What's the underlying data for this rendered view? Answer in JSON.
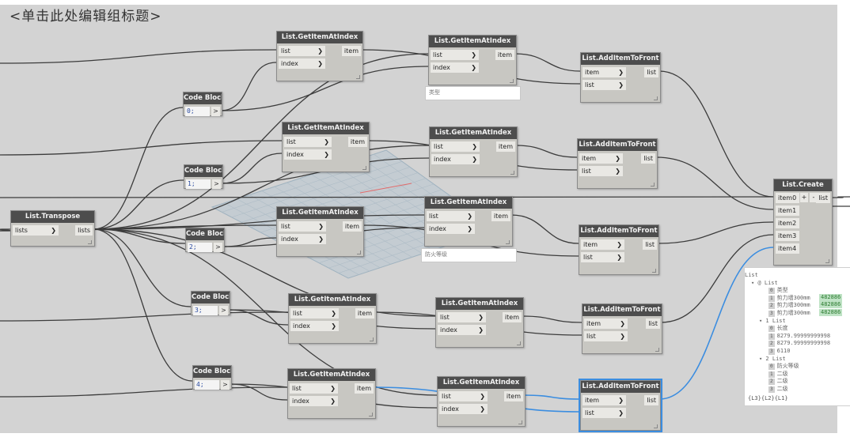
{
  "group": {
    "title": "<单击此处编辑组标题>",
    "bg_color": "#d3d3d3"
  },
  "nodes": {
    "transpose": {
      "title": "List.Transpose",
      "in": [
        "lists"
      ],
      "out": "lists"
    },
    "cb0": {
      "title": "Code Block",
      "value": "0;",
      "out": ">"
    },
    "cb1": {
      "title": "Code Block",
      "value": "1;",
      "out": ">"
    },
    "cb2": {
      "title": "Code Block",
      "value": "2;",
      "out": ">"
    },
    "cb3": {
      "title": "Code Block",
      "value": "3;",
      "out": ">"
    },
    "cb4": {
      "title": "Code Block",
      "value": "4;",
      "out": ">"
    },
    "g1a": {
      "title": "List.GetItemAtIndex",
      "in": [
        "list",
        "index"
      ],
      "out": "item"
    },
    "g1b": {
      "title": "List.GetItemAtIndex",
      "in": [
        "list",
        "index"
      ],
      "out": "item",
      "preview": "类型"
    },
    "a1": {
      "title": "List.AddItemToFront",
      "in": [
        "item",
        "list"
      ],
      "out": "list"
    },
    "g2a": {
      "title": "List.GetItemAtIndex",
      "in": [
        "list",
        "index"
      ],
      "out": "item"
    },
    "g2b": {
      "title": "List.GetItemAtIndex",
      "in": [
        "list",
        "index"
      ],
      "out": "item"
    },
    "a2": {
      "title": "List.AddItemToFront",
      "in": [
        "item",
        "list"
      ],
      "out": "list"
    },
    "g3a": {
      "title": "List.GetItemAtIndex",
      "in": [
        "list",
        "index"
      ],
      "out": "item"
    },
    "g3b": {
      "title": "List.GetItemAtIndex",
      "in": [
        "list",
        "index"
      ],
      "out": "item",
      "preview": "防火等级"
    },
    "a3": {
      "title": "List.AddItemToFront",
      "in": [
        "item",
        "list"
      ],
      "out": "list"
    },
    "g4a": {
      "title": "List.GetItemAtIndex",
      "in": [
        "list",
        "index"
      ],
      "out": "item"
    },
    "g4b": {
      "title": "List.GetItemAtIndex",
      "in": [
        "list",
        "index"
      ],
      "out": "item"
    },
    "a4": {
      "title": "List.AddItemToFront",
      "in": [
        "item",
        "list"
      ],
      "out": "list"
    },
    "g5a": {
      "title": "List.GetItemAtIndex",
      "in": [
        "list",
        "index"
      ],
      "out": "item"
    },
    "g5b": {
      "title": "List.GetItemAtIndex",
      "in": [
        "list",
        "index"
      ],
      "out": "item"
    },
    "a5": {
      "title": "List.AddItemToFront",
      "in": [
        "item",
        "list"
      ],
      "out": "list"
    },
    "create": {
      "title": "List.Create",
      "in": [
        "item0",
        "item1",
        "item2",
        "item3",
        "item4"
      ],
      "plus": "+",
      "minus": "-",
      "out": "list"
    }
  },
  "watch": {
    "rows": [
      {
        "text": "List",
        "indent": 0
      },
      {
        "text": "▾ @ List",
        "indent": 8
      },
      {
        "idx": "0",
        "text": "类型",
        "indent": 30
      },
      {
        "idx": "1",
        "text": "剪力墙300mm",
        "indent": 30,
        "tag": "482886"
      },
      {
        "idx": "2",
        "text": "剪力墙300mm",
        "indent": 30,
        "tag": "482886"
      },
      {
        "idx": "3",
        "text": "剪力墙300mm",
        "indent": 30,
        "tag": "482886"
      },
      {
        "text": "▾ 1 List",
        "indent": 18
      },
      {
        "idx": "0",
        "text": "长度",
        "indent": 30
      },
      {
        "idx": "1",
        "text": "8279.99999999998",
        "indent": 30
      },
      {
        "idx": "2",
        "text": "8279.99999999998",
        "indent": 30
      },
      {
        "idx": "3",
        "text": "6110",
        "indent": 30
      },
      {
        "text": "▾ 2 List",
        "indent": 18
      },
      {
        "idx": "0",
        "text": "防火等级",
        "indent": 30
      },
      {
        "idx": "1",
        "text": "二级",
        "indent": 30
      },
      {
        "idx": "2",
        "text": "二级",
        "indent": 30
      },
      {
        "idx": "3",
        "text": "二级",
        "indent": 30
      }
    ],
    "footer": "{L3}{L2}{L1}",
    "tag_color": "#2e7d32"
  },
  "colors": {
    "node_title_bg": "#4d4d4d",
    "node_body": "#c8c7c2",
    "wire": "#3c3c3c",
    "wire_selected": "#3b8de0",
    "selected_outline": "#3b8de0"
  }
}
